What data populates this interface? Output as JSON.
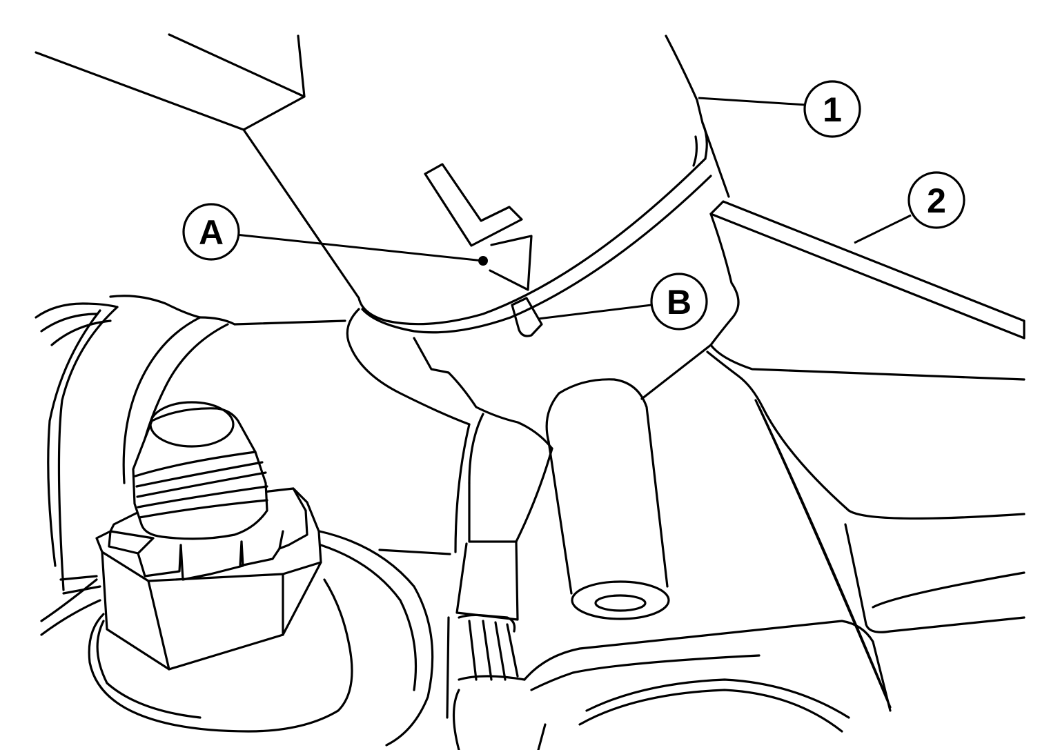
{
  "callouts": {
    "part_1": "1",
    "part_2": "2",
    "point_a": "A",
    "point_b": "B"
  },
  "colors": {
    "line": "#000000",
    "background": "#ffffff"
  }
}
